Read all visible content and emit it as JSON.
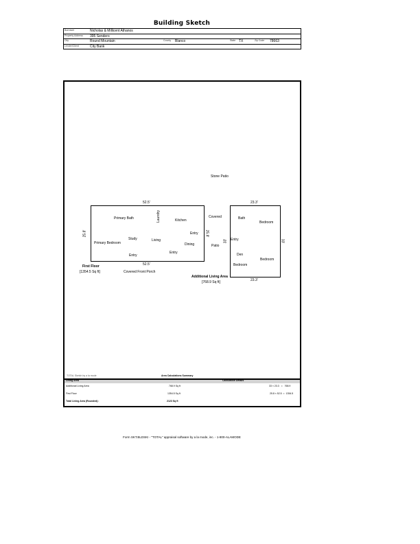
{
  "page_title": "Building Sketch",
  "header": {
    "borrower_label": "Borrower",
    "borrower": "Nicholas & Millicent Athanos",
    "address_label": "Property Address",
    "address": "395 Sendero",
    "city_label": "City",
    "city": "Round Mountain",
    "county_label": "County",
    "county": "Blanco",
    "state_label": "State",
    "state": "TX",
    "zip_label": "Zip Code",
    "zip": "78663",
    "lender_label": "Lender/Client",
    "lender": "City Bank"
  },
  "sketch": {
    "stone_patio": "Stone Patio",
    "first_floor": {
      "top_dim": "52.5'",
      "bottom_dim": "52.5'",
      "left_dim": "25.8'",
      "right_dim": "25.8'",
      "label": "First Floor",
      "area": "[1354.5 Sq ft]",
      "rooms": {
        "primary_bath": "Primary Bath",
        "laundry": "Laundry",
        "kitchen": "Kitchen",
        "entry_right": "Entry",
        "study": "Study",
        "living": "Living",
        "dining": "Dining",
        "primary_bedroom": "Primary Bedroom",
        "entry_bottom": "Entry",
        "entry_bottom_mid": "Entry"
      }
    },
    "covered_front_porch": "Covered  Front Porch",
    "covered_patio_1": "Covered",
    "covered_patio_2": "Patio",
    "additional": {
      "top_dim": "23.3'",
      "bottom_dim": "23.3'",
      "left_dim": "33'",
      "right_dim": "33'",
      "label": "Additional Living Area",
      "area": "[768.9 Sq ft]",
      "rooms": {
        "bath": "Bath",
        "bedroom_1": "Bedroom",
        "entry": "Entry",
        "den": "Den",
        "bedroom_2": "Bedroom",
        "bedroom_3": "Bedroom"
      }
    }
  },
  "summary": {
    "brand": "TOTAL Sketch by a la mode",
    "title": "Area Calculations Summary",
    "col_living_area": "Living Area",
    "col_calc_details": "Calculation Details",
    "rows": [
      {
        "name": "Additional Living Area",
        "area": "768.9 Sq ft",
        "calc": "33 × 23.3   =   768.9"
      },
      {
        "name": "First Floor",
        "area": "1354.5 Sq ft",
        "calc": "25.8 × 52.5  =  1354.5"
      }
    ],
    "total_label": "Total Living Area (Rounded):",
    "total_value": "2123 Sq ft"
  },
  "footer": "Form SKT.BLDSKI - \"TOTAL\" appraisal software by a la mode, inc. - 1-800-ALAMODE"
}
